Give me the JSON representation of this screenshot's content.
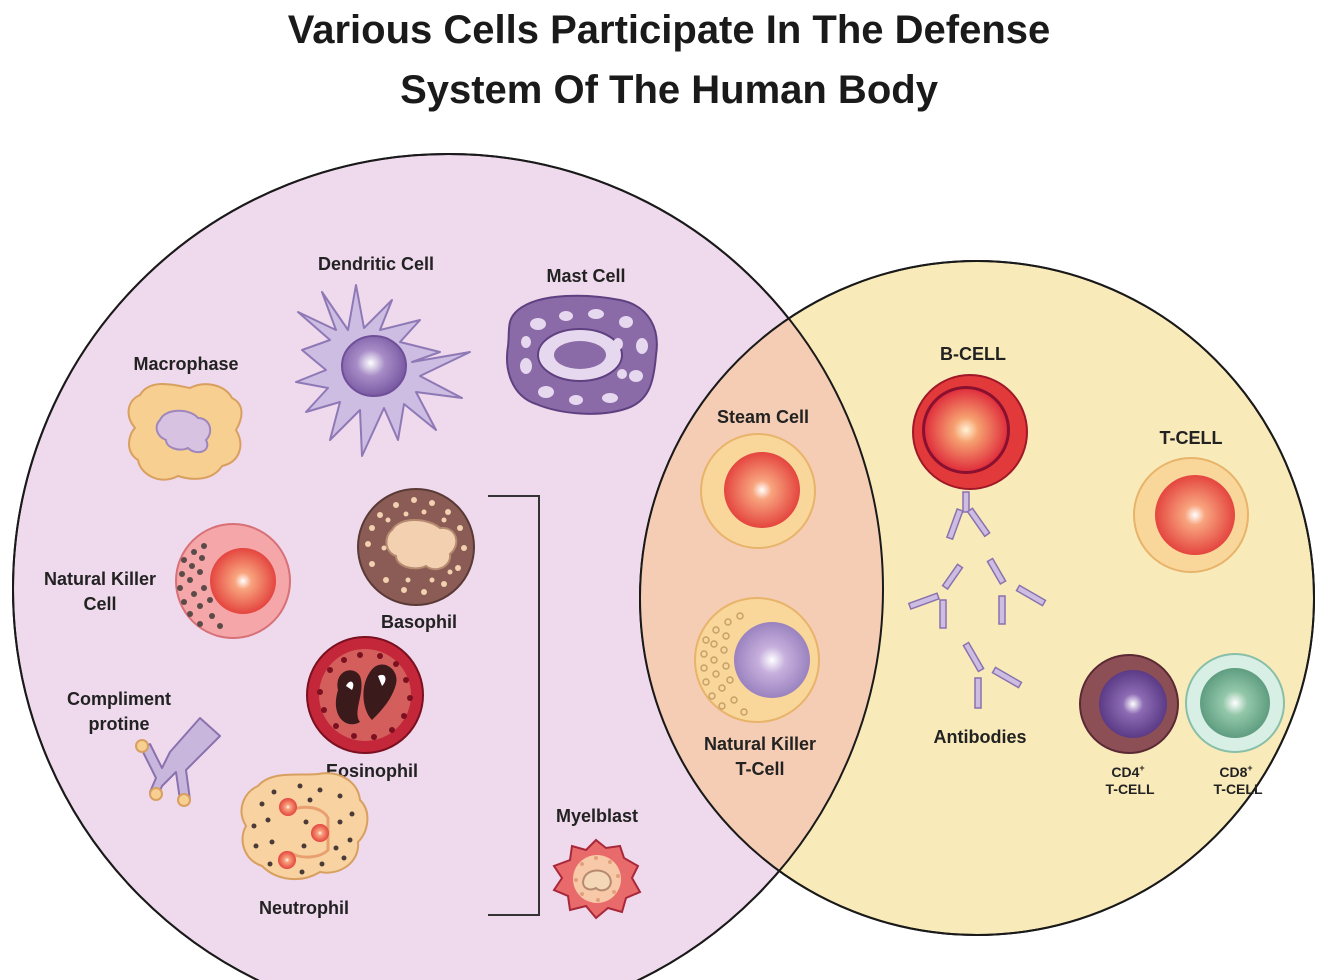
{
  "title": {
    "line1": "Various Cells Participate In The Defense",
    "line2": "System Of The Human Body"
  },
  "colors": {
    "left_circle": "#efd9ec",
    "right_circle": "#f9ebb9",
    "overlap": "#f5cdb4",
    "outline": "#1a1a1a"
  },
  "labels": {
    "dendritic": "Dendritic Cell",
    "mast": "Mast Cell",
    "macrophase": "Macrophase",
    "nk_line1": "Natural Killer",
    "nk_line2": "Cell",
    "basophil": "Basophil",
    "compliment_line1": "Compliment",
    "compliment_line2": "protine",
    "eosinophil": "Eosinophil",
    "neutrophil": "Neutrophil",
    "myelblast": "Myelblast",
    "steam": "Steam Cell",
    "nkt_line1": "Natural Killer",
    "nkt_line2": "T-Cell",
    "bcell": "B-CELL",
    "tcell": "T-CELL",
    "antibodies": "Antibodies",
    "cd4_line1": "CD4",
    "cd4_sup": "+",
    "cd4_line2": "T-CELL",
    "cd8_line1": "CD8",
    "cd8_sup": "+",
    "cd8_line2": "T-CELL"
  }
}
